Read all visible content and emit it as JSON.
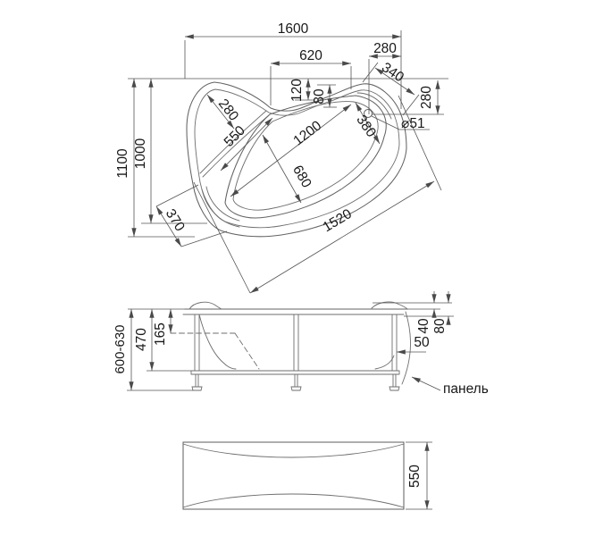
{
  "drawing": {
    "top_view": {
      "width_total": "1600",
      "width_280": "280",
      "width_620": "620",
      "corner_340": "340",
      "right_280": "280",
      "wave_120": "120",
      "wave_80": "80",
      "seat_280": "280",
      "seat_550": "550",
      "bowl_1200": "1200",
      "bowl_680": "680",
      "drain_380": "380",
      "drain_dia": "⌀51",
      "height_total": "1100",
      "height_1000": "1000",
      "corner_370": "370",
      "front_1520": "1520"
    },
    "front_view": {
      "height_range": "600-630",
      "h470": "470",
      "h165": "165",
      "rim_40": "40",
      "rim_80": "80",
      "gap_50": "50",
      "panel_label": "панель"
    },
    "panel_view": {
      "width_550": "550"
    }
  }
}
